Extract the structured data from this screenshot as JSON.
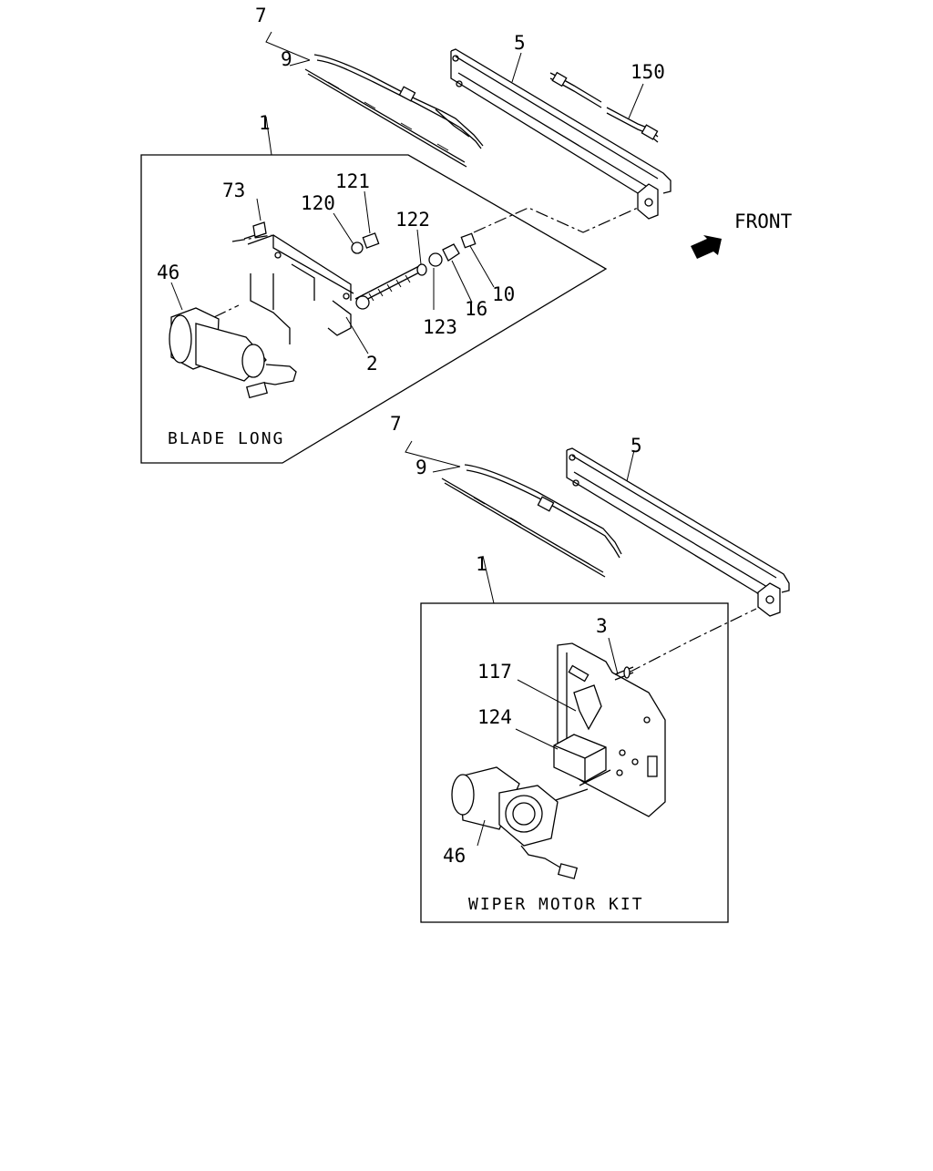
{
  "diagram": {
    "direction_label": "FRONT",
    "kits": [
      {
        "caption": "BLADE LONG",
        "callouts": {
          "kit": "1",
          "motor": "46",
          "bolt": "73",
          "washer": "120",
          "nut": "121",
          "link": "2",
          "washer_small": "122",
          "washer_b": "123",
          "bushing": "16",
          "nut_b": "10"
        }
      },
      {
        "caption": "WIPER MOTOR KIT",
        "callouts": {
          "kit": "1",
          "shaft": "3",
          "bracket": "117",
          "relay": "124",
          "motor": "46"
        }
      }
    ],
    "upper_assembly": {
      "arm_blade": "7",
      "blade": "9",
      "arm": "5",
      "rod": "150"
    },
    "lower_assembly": {
      "arm_blade": "7",
      "blade": "9",
      "arm": "5"
    }
  }
}
